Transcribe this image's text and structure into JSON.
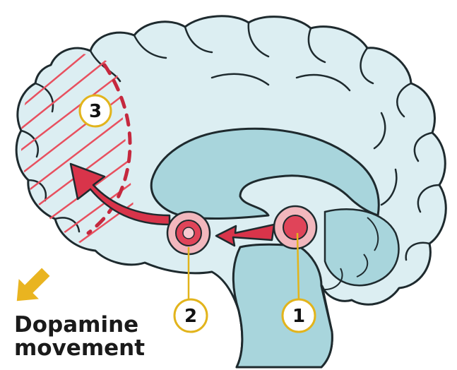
{
  "figure": {
    "caption_line1": "Dopamine",
    "caption_line2": "movement",
    "markers": [
      {
        "id": "1",
        "label": "1"
      },
      {
        "id": "2",
        "label": "2"
      },
      {
        "id": "3",
        "label": "3"
      }
    ]
  },
  "colors": {
    "brain_fill": "#dceef2",
    "brain_stroke": "#1e2a2e",
    "ventricle_fill": "#a8d5dc",
    "arrow_red": "#d8344a",
    "hatch_red": "#e8505f",
    "badge_stroke": "#e2b41c",
    "caption_arrow": "#e9b420"
  },
  "icons": {
    "dopamine_arrow": "arrow-up-left-icon"
  }
}
